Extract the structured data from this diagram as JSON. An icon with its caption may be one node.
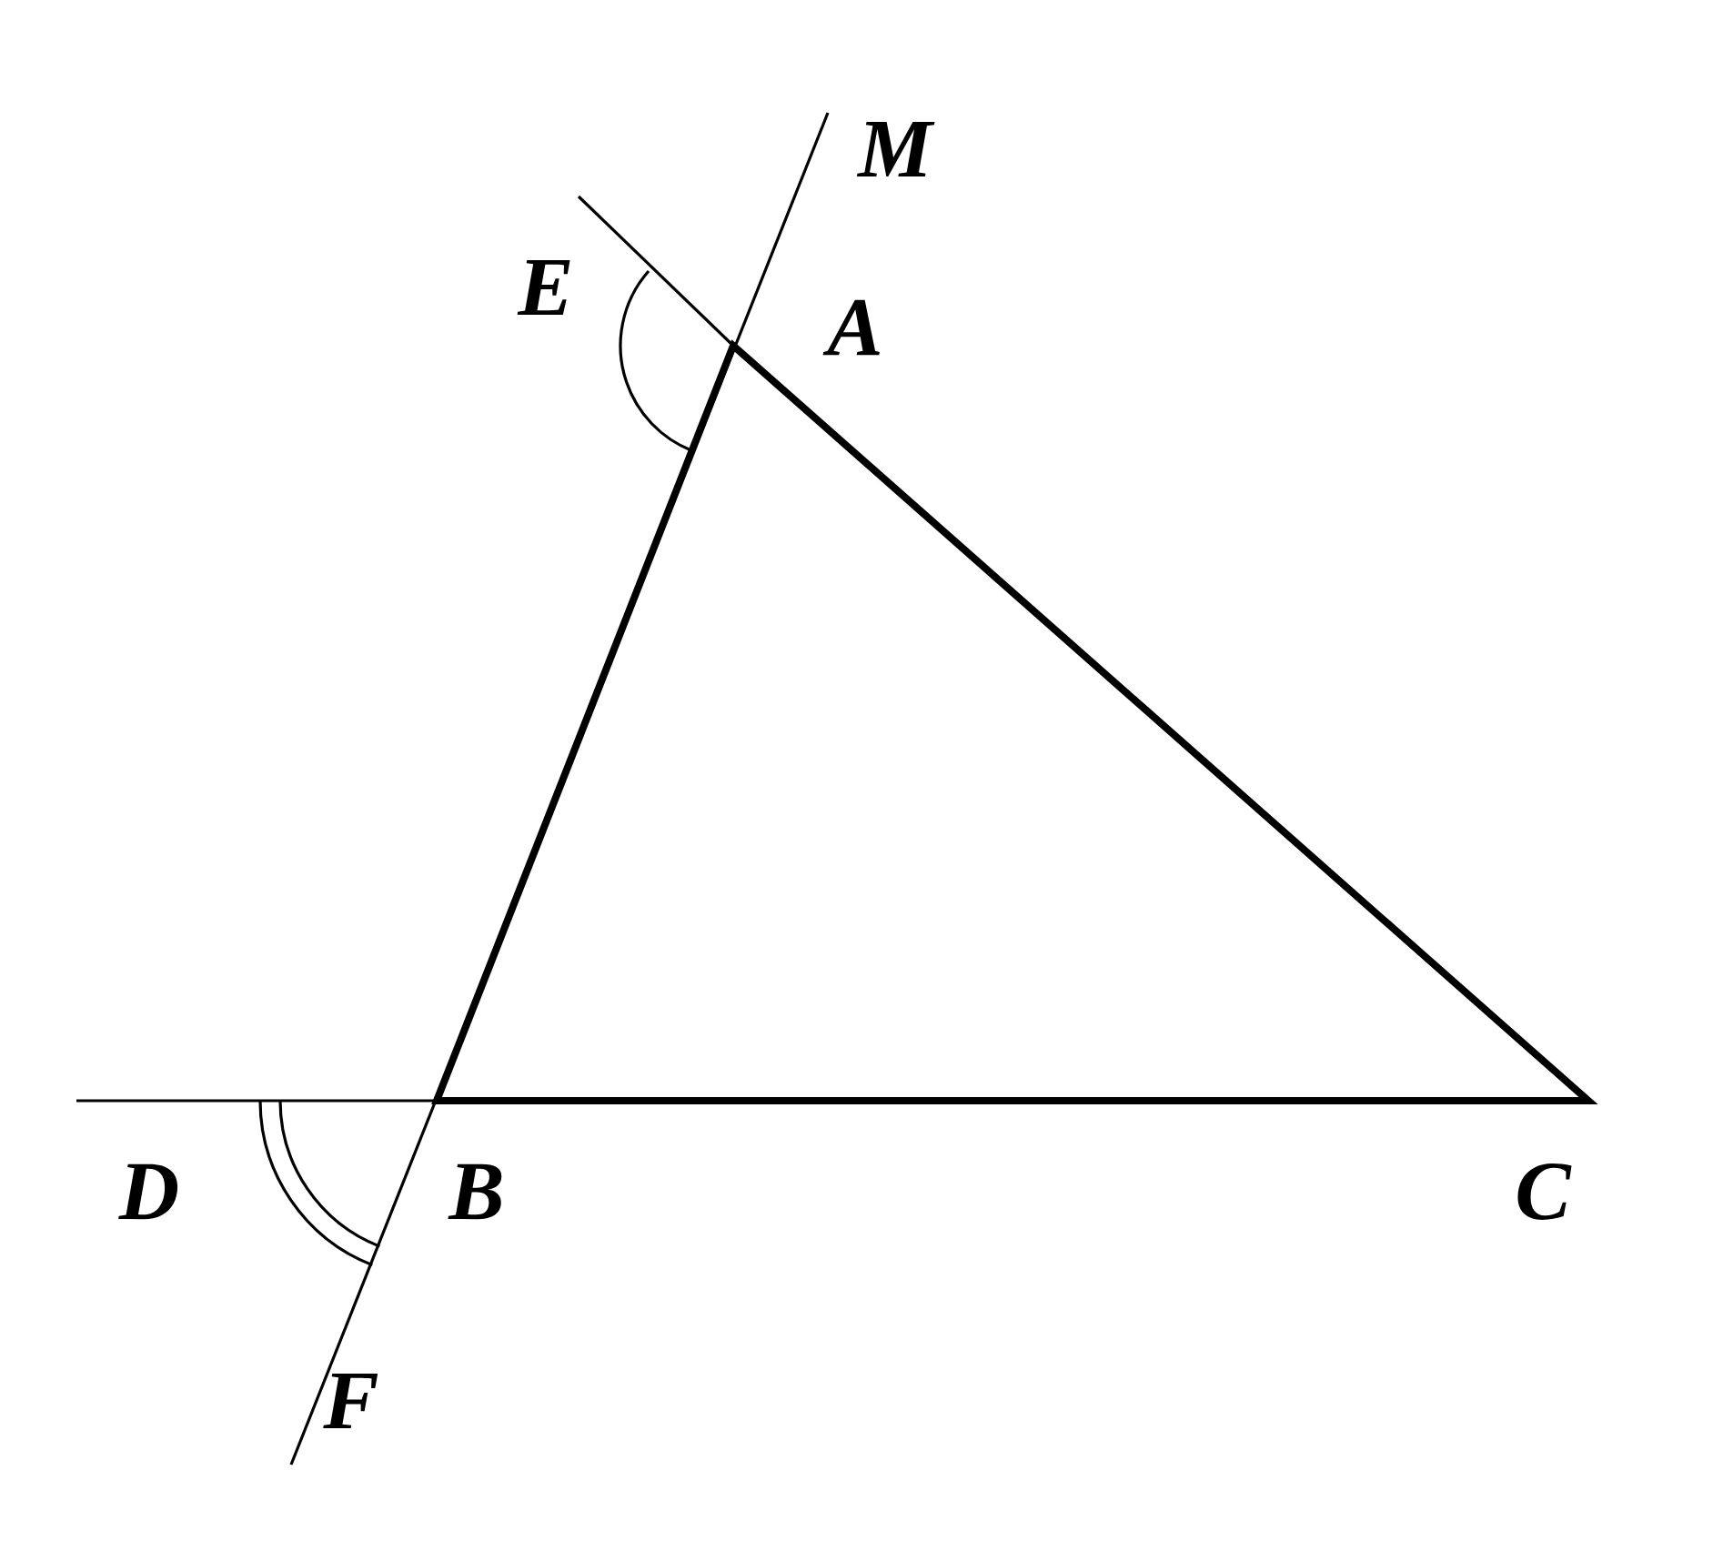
{
  "diagram": {
    "labels": [
      "M",
      "E",
      "A",
      "D",
      "B",
      "C",
      "F"
    ]
  }
}
